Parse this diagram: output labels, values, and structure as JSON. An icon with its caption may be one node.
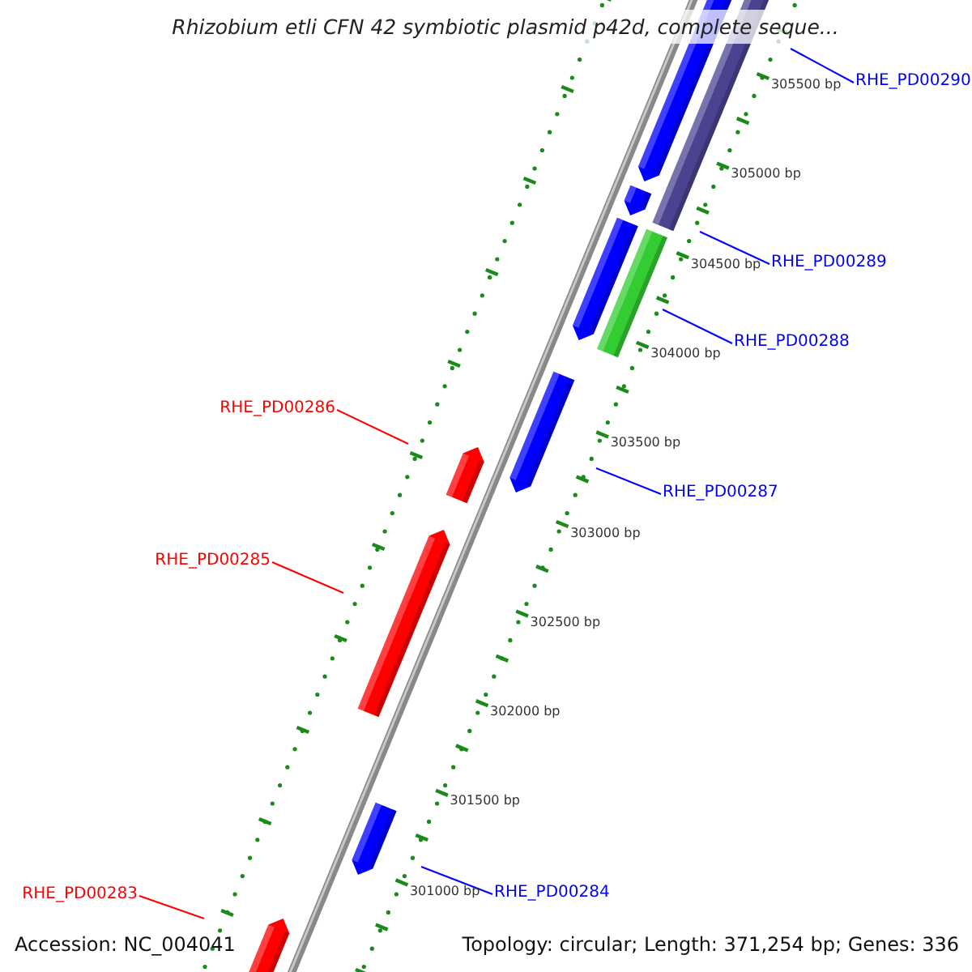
{
  "diagram": {
    "title": "Rhizobium etli CFN 42 symbiotic plasmid p42d, complete seque...",
    "nodes": [
      {
        "text": [
          "RHE_PD00290"
        ]
      },
      {
        "text": [
          "RHE_PD00289"
        ]
      },
      {
        "text": [
          "RHE_PD00288"
        ]
      },
      {
        "text": [
          "RHE_PD00286"
        ]
      },
      {
        "text": [
          "RHE_PD00287"
        ]
      },
      {
        "text": [
          "RHE_PD00285"
        ]
      },
      {
        "text": [
          "RHE_PD00284"
        ]
      },
      {
        "text": [
          "RHE_PD00283"
        ]
      }
    ],
    "edges": [
      {
        "from": 0,
        "to": null,
        "arrow": "none"
      },
      {
        "from": 1,
        "to": null,
        "arrow": "none"
      },
      {
        "from": 2,
        "to": null,
        "arrow": "none"
      },
      {
        "from": 3,
        "to": null,
        "arrow": "none",
        "color": "#ff0000"
      },
      {
        "from": 4,
        "to": null,
        "arrow": "none"
      },
      {
        "from": 5,
        "to": null,
        "arrow": "none",
        "color": "#ff0000"
      },
      {
        "from": 6,
        "to": null,
        "arrow": "none"
      },
      {
        "from": 7,
        "to": null,
        "arrow": "none",
        "color": "#ff0000"
      }
    ],
    "labels": [
      "305500 bp",
      "305000 bp",
      "304500 bp",
      "304000 bp",
      "303500 bp",
      "303000 bp",
      "302500 bp",
      "302000 bp",
      "301500 bp",
      "301000 bp",
      "Accession: NC_004041",
      "Topology: circular; Length: 371,254 bp; Genes: 336"
    ]
  }
}
